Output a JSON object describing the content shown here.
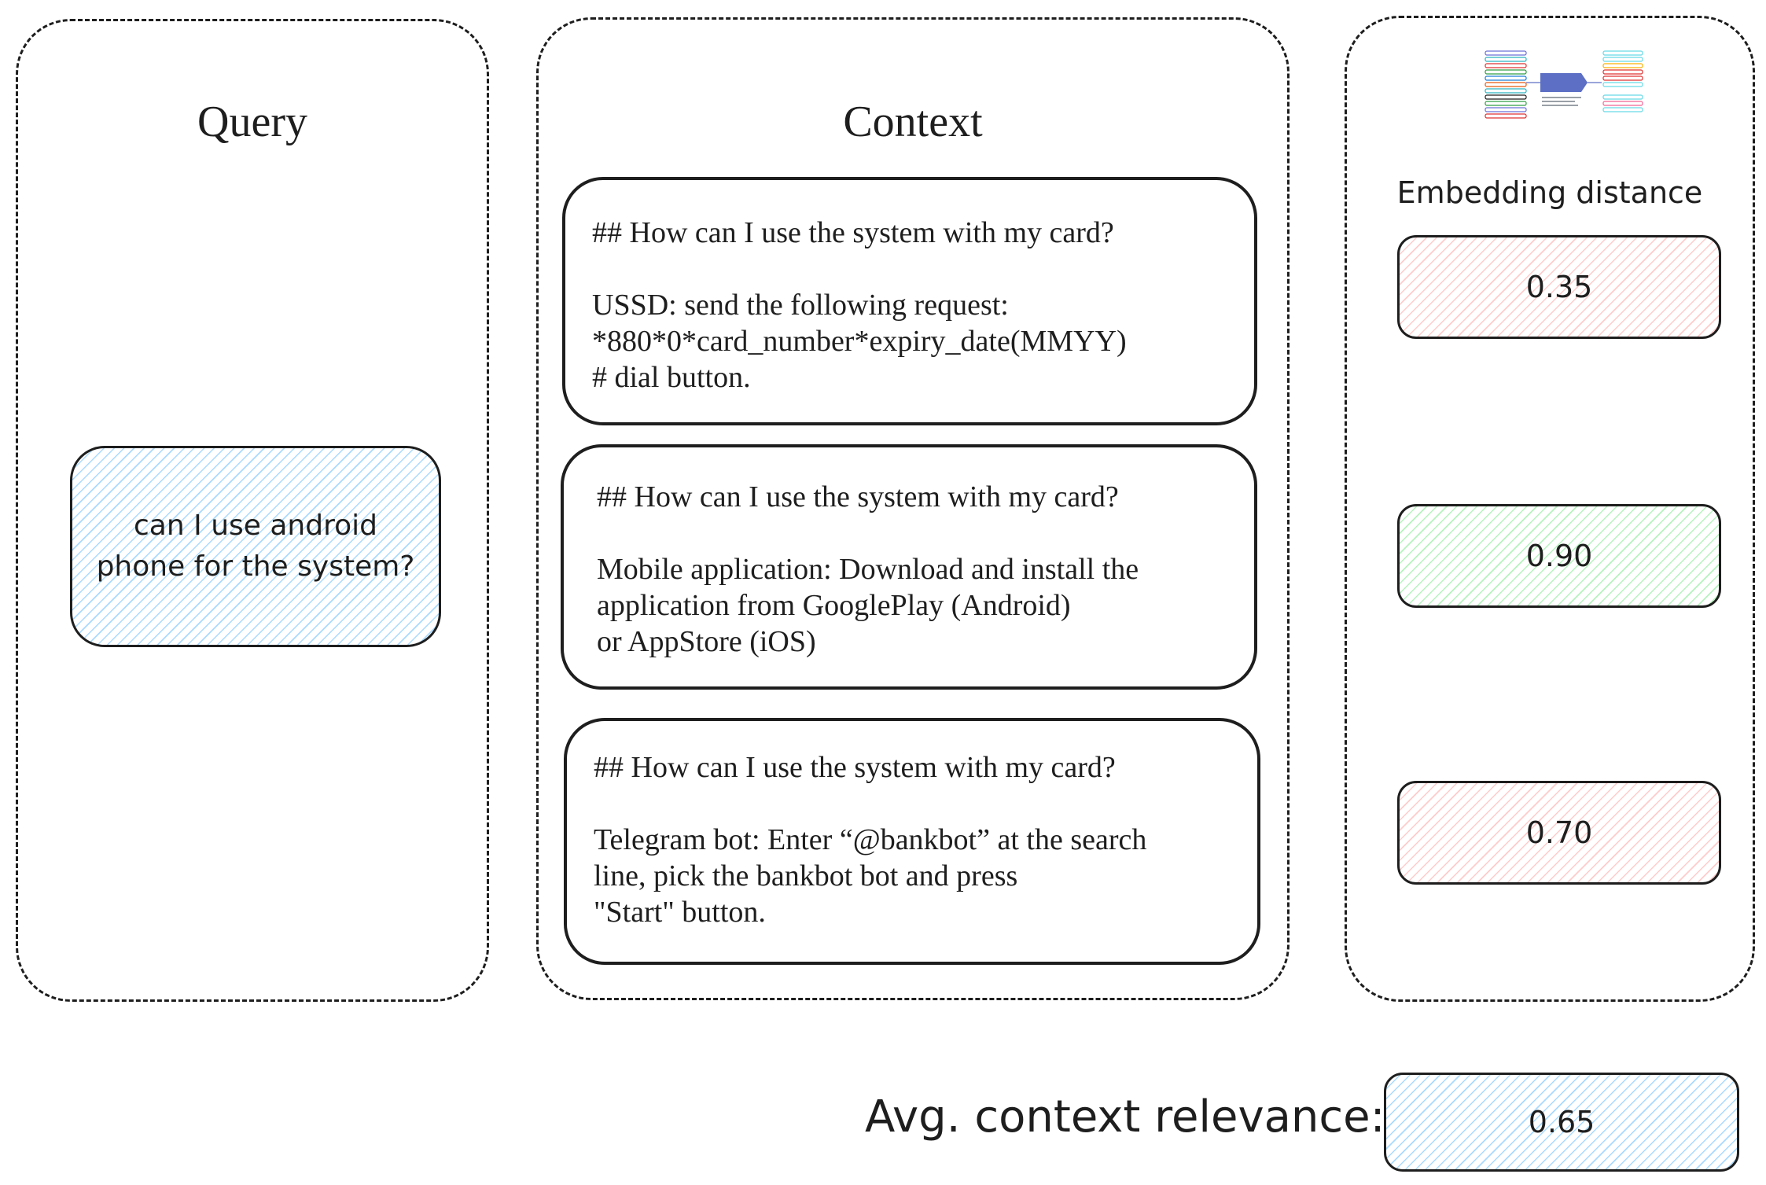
{
  "query_panel": {
    "title": "Query",
    "question": "can I use android\nphone for the system?"
  },
  "context_panel": {
    "title": "Context",
    "items": [
      {
        "heading": "## How can I use the system with my card?",
        "body": "USSD: send the following request:\n*880*0*card_number*expiry_date(MMYY)\n# dial button."
      },
      {
        "heading": "## How can I use the system with my card?",
        "body": "Mobile application: Download and install the\napplication from GooglePlay (Android)\nor AppStore (iOS)"
      },
      {
        "heading": "## How can I use the system with my card?",
        "body": "Telegram bot: Enter “@bankbot” at the search\nline, pick the bankbot bot and press\n\"Start\" button."
      }
    ]
  },
  "embedding_panel": {
    "title": "Embedding distance",
    "icon": "embedding-diagram-icon",
    "scores": [
      "0.35",
      "0.90",
      "0.70"
    ]
  },
  "summary": {
    "label": "Avg. context relevance:",
    "value": "0.65"
  },
  "colors": {
    "stroke": "#1e1e1e",
    "hatch_blue": "#a5d8ff",
    "hatch_red": "#ffc9c9",
    "hatch_green": "#b2f2bb"
  }
}
